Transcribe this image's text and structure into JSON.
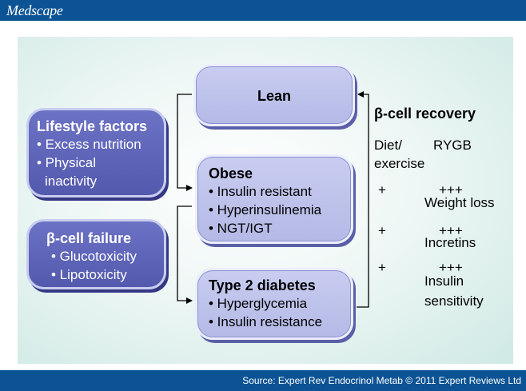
{
  "header": {
    "brand": "Medscape"
  },
  "footer": {
    "source": "Source: Expert Rev Endocrinol Metab © 2011 Expert Reviews Ltd"
  },
  "diagram": {
    "lean": {
      "title": "Lean"
    },
    "obese": {
      "title": "Obese",
      "items": [
        "• Insulin resistant",
        "• Hyperinsulinemia",
        "• NGT/IGT"
      ]
    },
    "t2d": {
      "title": "Type 2 diabetes",
      "items": [
        "• Hyperglycemia",
        "• Insulin resistance"
      ]
    },
    "lifestyle": {
      "title": "Lifestyle factors",
      "items": [
        "• Excess nutrition",
        "• Physical",
        "inactivity"
      ]
    },
    "beta_failure": {
      "title": "β-cell failure",
      "items": [
        "• Glucotoxicity",
        "• Lipotoxicity"
      ]
    },
    "recovery": {
      "title": "β-cell recovery",
      "col1_header_line1": "Diet/",
      "col1_header_line2": "exercise",
      "col2_header": "RYGB",
      "rows": [
        {
          "diet": "+",
          "rygb": "+++",
          "label": "Weight loss"
        },
        {
          "diet": "+",
          "rygb": "+++",
          "label": "Incretins"
        },
        {
          "diet": "+",
          "rygb": "+++",
          "label_line1": "Insulin",
          "label_line2": "sensitivity"
        }
      ]
    }
  }
}
